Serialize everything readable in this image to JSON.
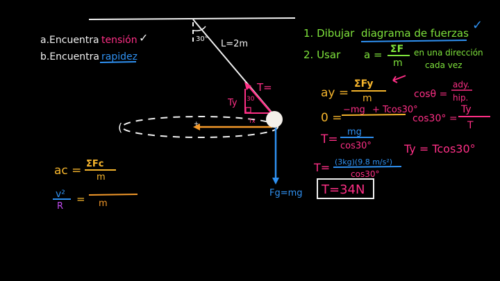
{
  "colors": {
    "background": "#000000",
    "white": "#f2f2f2",
    "pink": "#ff2f86",
    "yellow": "#f6b52c",
    "green": "#7fe43c",
    "blue": "#2f91f2",
    "orange": "#f59a2a",
    "purple": "#c24bf0"
  },
  "tasks": {
    "a_prefix": "a.Encuentra",
    "a_word": "tensión",
    "a_check": "✓",
    "b_prefix": "b.Encuentra",
    "b_word": "rapidez"
  },
  "steps": {
    "one_prefix": "1. Dibujar",
    "one_underlined": "diagrama de fuerzas",
    "one_check": "✓",
    "two_prefix": "2. Usar",
    "two_lhs": "a =",
    "two_num": "ΣF",
    "two_den": "m",
    "two_suffix": "en una dirección",
    "two_suffix2": "cada vez"
  },
  "diagram": {
    "angle": "30°",
    "length": "L=2m",
    "tension": "T=",
    "ty": "Ty",
    "inner_angle": "30",
    "tx": "Tx",
    "gravity": "Fg=mg"
  },
  "equations": {
    "ay_lhs": "ay =",
    "ay_num": "ΣFy",
    "ay_den": "m",
    "zero_lhs": "0 =",
    "zero_num_mg": "−mg",
    "zero_num_t": "+ Tcos30°",
    "t1_lhs": "T=",
    "t1_num": "mg",
    "t1_den": "cos30°",
    "cos_lhs": "cosθ =",
    "cos_num": "ady.",
    "cos_den": "hip.",
    "cos30_lhs": "cos30° =",
    "cos30_num": "Ty",
    "cos30_den": "T",
    "ty_eq": "Ty = Tcos30°",
    "t2_lhs": "T=",
    "t2_num": "(3kg)(9.8 m/s²)",
    "t2_den": "cos30°",
    "result": "T=34N",
    "ac_lhs": "ac =",
    "ac_num": "ΣFc",
    "ac_den": "m",
    "v_num": "v²",
    "v_den": "R",
    "v_eq": "=",
    "v_rhs_den": "m"
  }
}
